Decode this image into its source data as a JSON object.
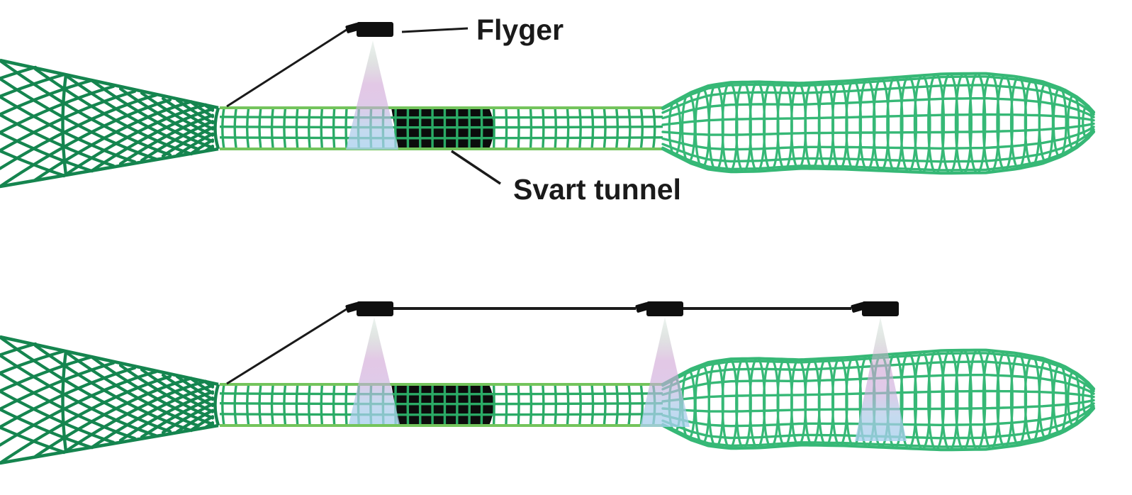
{
  "title": "Trawl net with flyger illumination diagram",
  "labels": {
    "flyger": "Flyger",
    "svart_tunnel": "Svart tunnel"
  },
  "diagrams": [
    {
      "name": "single-flyger-trawl",
      "flyger_count": 1,
      "has_black_tunnel": true,
      "labeled": true
    },
    {
      "name": "triple-flyger-trawl",
      "flyger_count": 3,
      "has_black_tunnel": true,
      "labeled": false
    }
  ],
  "colors": {
    "background": "#ffffff",
    "funnel_mesh": "#15854f",
    "tunnel_grid": "#2bab66",
    "tunnel_outline": "#74c45c",
    "codend_mesh": "#36b876",
    "black_tunnel": "#0c0c0c",
    "device_black": "#0f0f0f",
    "rope": "#1a1a1a",
    "text": "#1a1a1a",
    "beam_top_green": "#a3c4af",
    "beam_pink": "#d1a6d6",
    "beam_blue": "#a6cfee"
  }
}
